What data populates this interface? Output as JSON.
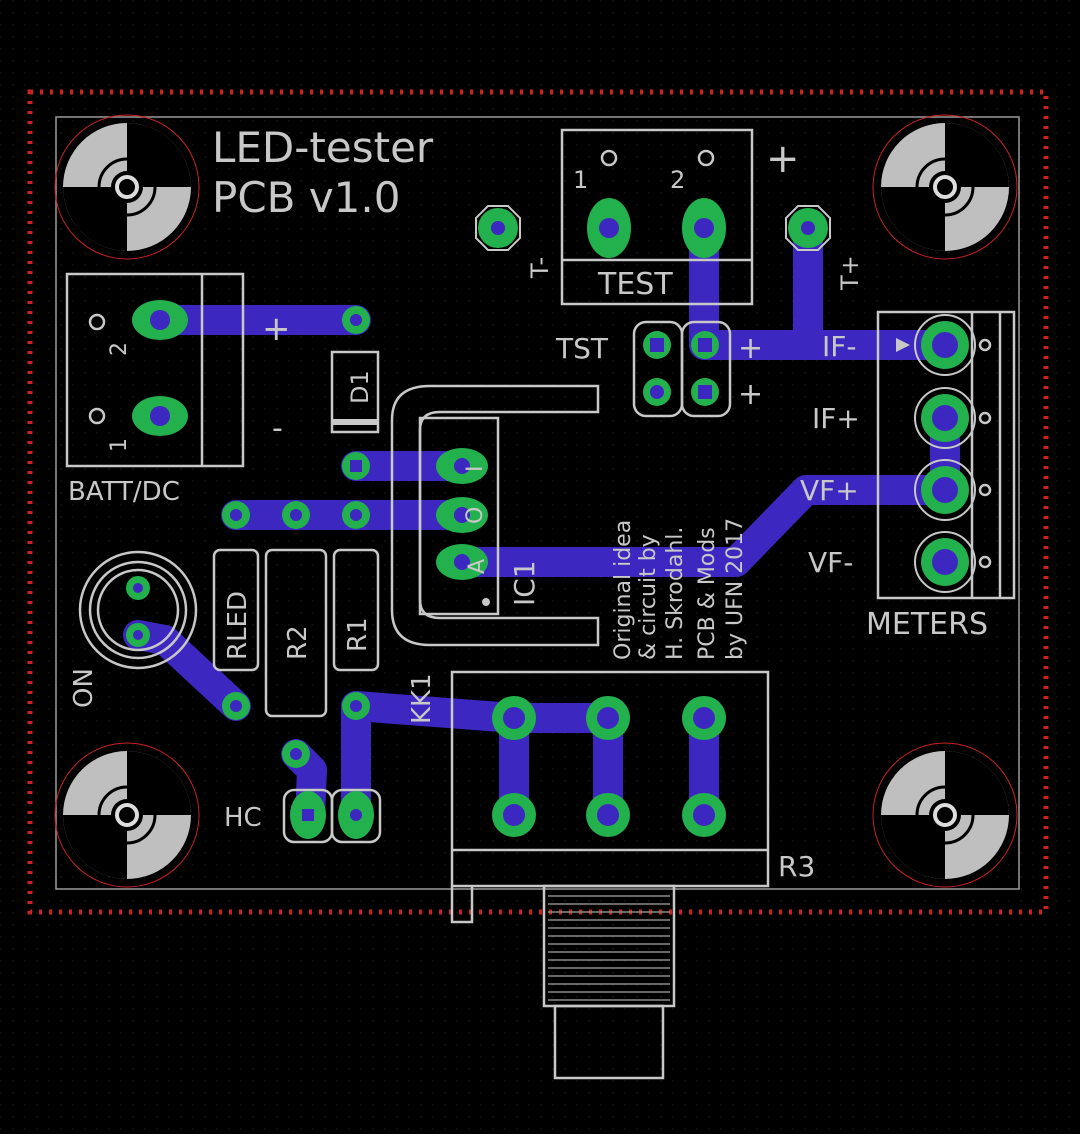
{
  "board": {
    "title_line1": "LED-tester",
    "title_line2": "PCB v1.0",
    "credit_lines": [
      "Original idea",
      "& circuit by",
      "H. Skrodahl.",
      "PCB & Mods",
      "by UFN 2017"
    ]
  },
  "components": {
    "batt": {
      "name": "BATT/DC",
      "pin1": "1",
      "pin2": "2",
      "plus": "+",
      "minus": "-"
    },
    "test": {
      "name": "TEST",
      "pin1": "1",
      "pin2": "2",
      "plus": "+"
    },
    "meters": {
      "name": "METERS",
      "pins": [
        "IF-",
        "IF+",
        "VF+",
        "VF-"
      ]
    },
    "tst": {
      "name": "TST",
      "plus1": "+",
      "plus2": "+"
    },
    "tpads": {
      "t_minus": "T-",
      "t_plus": "T+"
    },
    "d1": "D1",
    "rled": "RLED",
    "r2": "R2",
    "r1": "R1",
    "ic1": {
      "name": "IC1",
      "pins": [
        "I",
        "O",
        "A"
      ]
    },
    "kk1": "KK1",
    "on": "ON",
    "hc": "HC",
    "r3": "R3"
  },
  "colors": {
    "background": "#000000",
    "trace": "#3c28c0",
    "pad": "#22b14c",
    "silkscreen": "#c8c8c8",
    "dimension": "#cc2222"
  }
}
